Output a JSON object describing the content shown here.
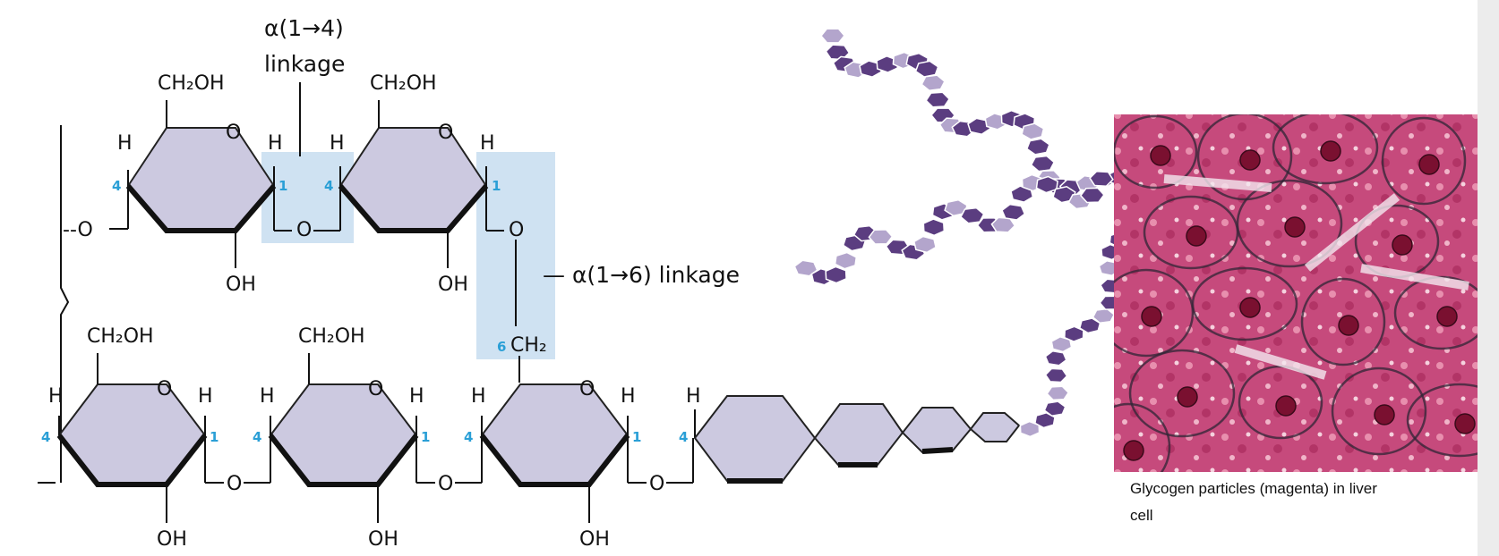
{
  "labels": {
    "linkage_14_line1": "α(1→4)",
    "linkage_14_line2": "linkage",
    "linkage_16": "— α(1→6) linkage",
    "ch2oh": "CH₂OH",
    "oh": "OH",
    "h": "H",
    "o": "O",
    "ch2": "CH₂",
    "c1": "1",
    "c4": "4",
    "c6": "6",
    "ring_o": "O",
    "dash_o": "--O"
  },
  "caption": "Glycogen particles (magenta) in liver cell",
  "colors": {
    "ring_fill": "#ccc9e0",
    "highlight": "#cfe2f2",
    "carbon_number": "#2a9fd6",
    "branch_dark": "#5b3d80",
    "branch_light": "#b3a5cc",
    "micrograph_base": "#c8457a"
  }
}
